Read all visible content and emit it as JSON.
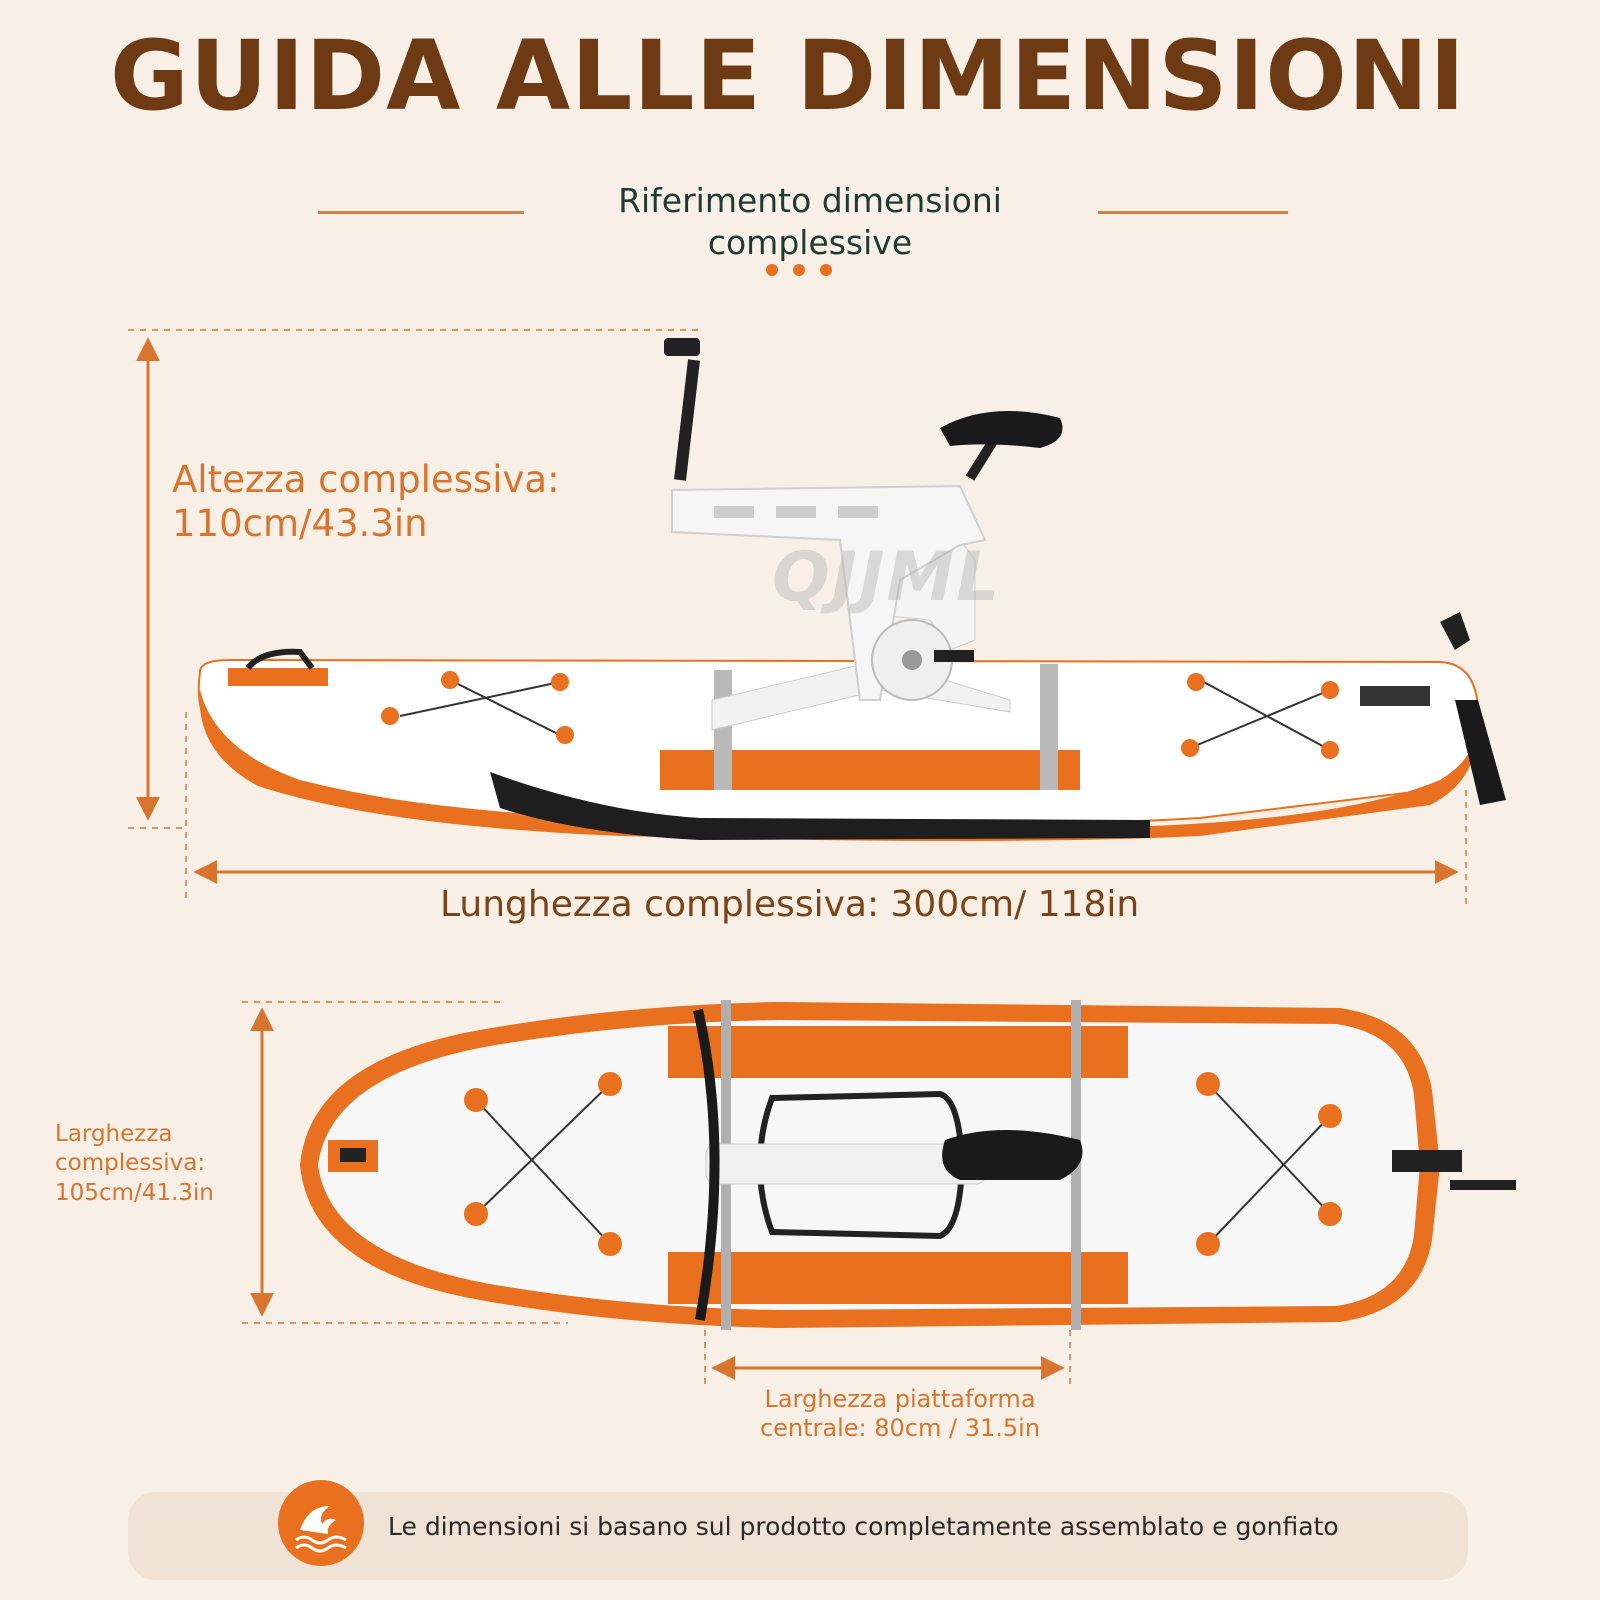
{
  "title": "GUIDA ALLE DIMENSIONI",
  "subtitle": {
    "line1": "Riferimento dimensioni",
    "line2": "complessive"
  },
  "dimensions": {
    "height": {
      "line1": "Altezza complessiva:",
      "line2": "110cm/43.3in"
    },
    "length": "Lunghezza complessiva: 300cm/ 118in",
    "width": {
      "line1": "Larghezza",
      "line2": "complessiva:",
      "line3": "105cm/41.3in"
    },
    "platform": {
      "line1": "Larghezza piattaforma",
      "line2": "centrale: 80cm / 31.5in"
    }
  },
  "watermark": "QJJML",
  "note": "Le dimensioni si basano sul prodotto completamente assemblato e gonfiato",
  "colors": {
    "accent": "#e8701e",
    "title": "#6e3a14",
    "background": "#f8f0e6"
  }
}
